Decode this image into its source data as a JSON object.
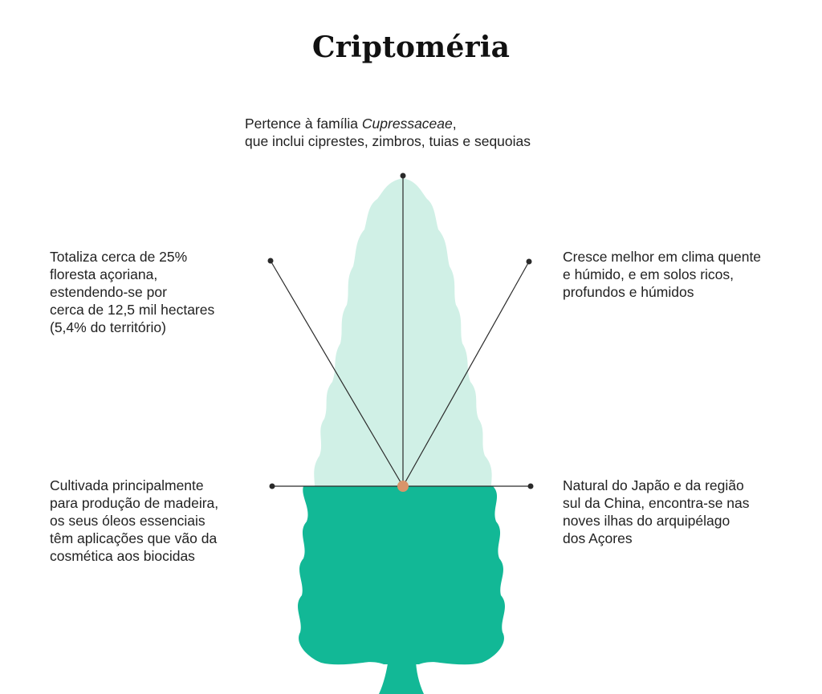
{
  "title": "Criptoméria",
  "colors": {
    "crown_light": "#d0f0e6",
    "crown_dark": "#12b896",
    "center_dot": "#d9946a",
    "lines": "#2a2a2a"
  },
  "annotations": {
    "top": {
      "line1_prefix": "Pertence à família ",
      "line1_italic": "Cupressaceae",
      "line1_suffix": ",",
      "line2": "que inclui ciprestes, zimbros, tuias e sequoias"
    },
    "upper_left": {
      "lines": [
        "Totaliza cerca de 25%",
        "floresta açoriana,",
        "estendendo-se por",
        "cerca de 12,5 mil hectares",
        "(5,4% do território)"
      ]
    },
    "upper_right": {
      "lines": [
        "Cresce melhor em clima quente",
        "e húmido, e em solos ricos,",
        "profundos e húmidos"
      ]
    },
    "lower_left": {
      "lines": [
        "Cultivada principalmente",
        "para produção de madeira,",
        "os seus óleos essenciais",
        "têm aplicações que vão da",
        "cosmética aos biocidas"
      ]
    },
    "lower_right": {
      "lines": [
        "Natural do Japão e da região",
        "sul da China, encontra-se nas",
        "noves ilhas do arquipélago",
        "dos Açores"
      ]
    }
  }
}
